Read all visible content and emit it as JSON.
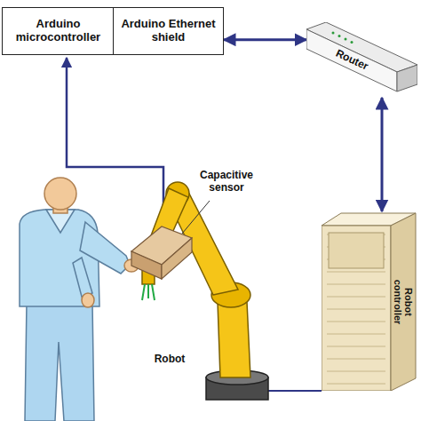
{
  "diagram": {
    "nodes": [
      {
        "text": [
          "Arduino microcontroller"
        ]
      },
      {
        "text": [
          "Arduino Ethernet shield"
        ]
      },
      {
        "text": [
          "Router"
        ]
      },
      {
        "text": [
          "Robot controller"
        ]
      }
    ],
    "edges": [
      {
        "from": 1,
        "to": 2,
        "arrow": "both"
      },
      {
        "from": 2,
        "to": 3,
        "arrow": "both"
      }
    ],
    "labels": [
      "Capacitive sensor",
      "Robot"
    ]
  }
}
